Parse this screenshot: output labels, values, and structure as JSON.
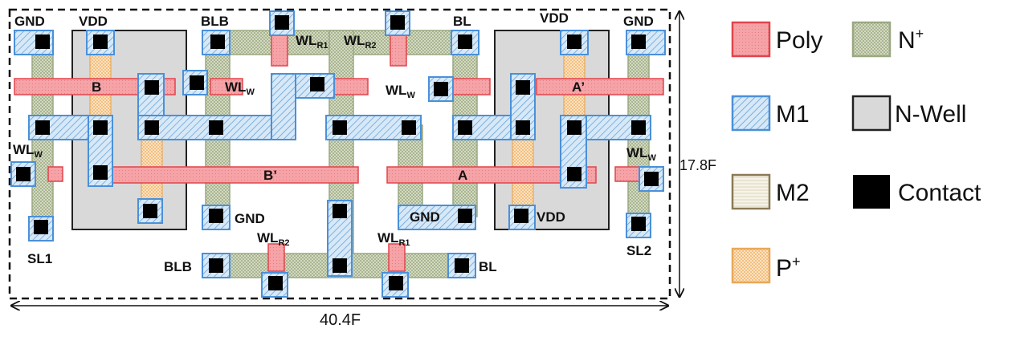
{
  "diagram": {
    "cell_labels": {
      "gnd_tl": "GND",
      "vdd_tl": "VDD",
      "blb_top": "BLB",
      "bl_top": "BL",
      "vdd_tr": "VDD",
      "gnd_tr": "GND",
      "wl_r1_top": "WL",
      "wl_r1_top_sub": "R1",
      "wl_r2_top": "WL",
      "wl_r2_top_sub": "R2",
      "wlw_mid_left": "WL",
      "wlw_mid_left_sub": "W",
      "wlw_mid_right": "WL",
      "wlw_mid_right_sub": "W",
      "wlw_left": "WL",
      "wlw_left_sub": "W",
      "wlw_right": "WL",
      "wlw_right_sub": "W",
      "node_b": "B",
      "node_b_prime": "B’",
      "node_a": "A",
      "node_a_prime": "A’",
      "gnd_mid_left": "GND",
      "gnd_mid_right": "GND",
      "vdd_mid_right": "VDD",
      "wl_r2_bot": "WL",
      "wl_r2_bot_sub": "R2",
      "wl_r1_bot": "WL",
      "wl_r1_bot_sub": "R1",
      "blb_bot": "BLB",
      "bl_bot": "BL",
      "sl1": "SL1",
      "sl2": "SL2"
    },
    "dimensions": {
      "width": "40.4F",
      "height": "17.8F"
    },
    "legend": [
      {
        "key": "poly",
        "label": "Poly",
        "sup": ""
      },
      {
        "key": "nplus",
        "label": "N",
        "sup": "+"
      },
      {
        "key": "m1",
        "label": "M1",
        "sup": ""
      },
      {
        "key": "nwell",
        "label": "N-Well",
        "sup": ""
      },
      {
        "key": "m2",
        "label": "M2",
        "sup": ""
      },
      {
        "key": "contact",
        "label": "Contact",
        "sup": ""
      },
      {
        "key": "pplus",
        "label": "P",
        "sup": "+"
      }
    ],
    "colors": {
      "poly_fill": "#f4a0a3",
      "poly_stroke": "#e0454c",
      "nplus_fill": "#c9d1b5",
      "nplus_stroke": "#9aa882",
      "m1_fill": "#cfe2f3",
      "m1_stroke": "#4a90d9",
      "nwell_fill": "#d9d9d9",
      "nwell_stroke": "#222222",
      "m2_fill": "#f2f0e6",
      "m2_stroke": "#8a7a55",
      "pplus_fill": "#f9d6a8",
      "pplus_stroke": "#e9a85a",
      "contact": "#000000"
    }
  }
}
